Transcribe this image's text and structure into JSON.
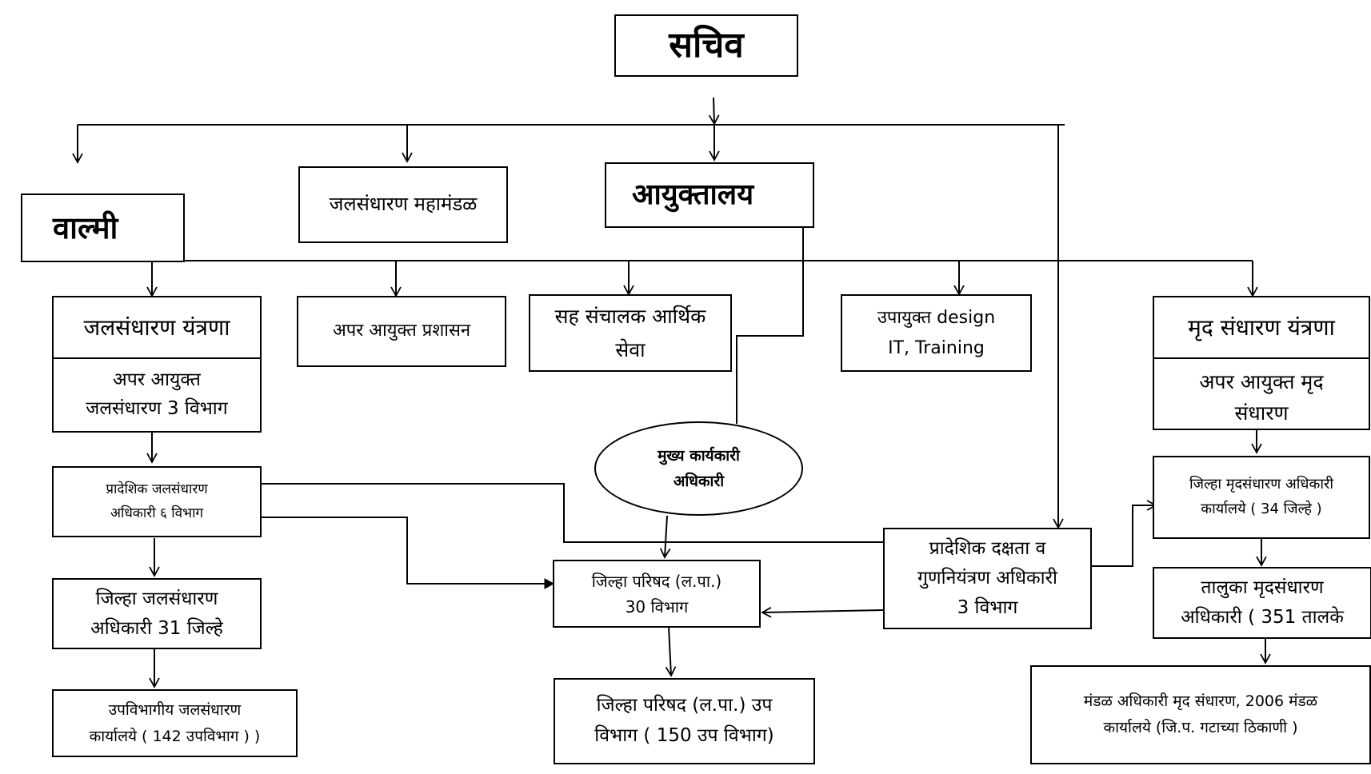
{
  "diagram": {
    "nodes": {
      "sachiv": "सचिव",
      "walmi": "वाल्मी",
      "jal_mahamandal": "जलसंधारण महामंडळ",
      "ayuktalay": "आयुक्तालय",
      "jal_yantrana": {
        "title": "जलसंधारण यंत्रणा",
        "line1": "अपर आयुक्त",
        "line2": "जलसंधारण 3 विभाग"
      },
      "apar_prashasan": "अपर आयुक्त प्रशासन",
      "sah_sanchalak": {
        "line1": "सह संचालक आर्थिक",
        "line2": "सेवा"
      },
      "upayukta": {
        "line1": "उपायुक्त design",
        "line2": "IT, Training"
      },
      "mrud_yantrana": {
        "title": "मृद संधारण यंत्रणा",
        "line1": "अपर आयुक्त मृद",
        "line2": "संधारण"
      },
      "pradeshik_jal": {
        "line1": "प्रादेशिक जलसंधारण",
        "line2": "अधिकारी ६ विभाग"
      },
      "mukhya": {
        "line1": "मुख्य कार्यकारी",
        "line2": "अधिकारी"
      },
      "zp_lapa": {
        "line1": "जिल्हा परिषद (ल.पा.)",
        "line2": "30 विभाग"
      },
      "pradeshik_daksh": {
        "line1": "प्रादेशिक दक्षता व",
        "line2": "गुणनियंत्रण अधिकारी",
        "line3": "3 विभाग"
      },
      "jilha_mrud": {
        "line1": "जिल्हा मृदसंधारण अधिकारी",
        "line2": "कार्यालये ( 34 जिल्हे )"
      },
      "jilha_jal": {
        "line1": "जिल्हा जलसंधारण",
        "line2": "अधिकारी 31 जिल्हे"
      },
      "taluka_mrud": {
        "line1": "तालुका मृदसंधारण",
        "line2": "अधिकारी ( 351 तालके"
      },
      "upvibhagiya": {
        "line1": "उपविभागीय जलसंधारण",
        "line2": "कार्यालये ( 142 उपविभाग ) )"
      },
      "zp_up": {
        "line1": "जिल्हा परिषद (ल.पा.) उप",
        "line2": "विभाग ( 150 उप विभाग)"
      },
      "mandal": {
        "line1": "मंडळ अधिकारी मृद संधारण, 2006 मंडळ",
        "line2": "कार्यालये (जि.प. गटाच्या ठिकाणी )"
      }
    }
  }
}
